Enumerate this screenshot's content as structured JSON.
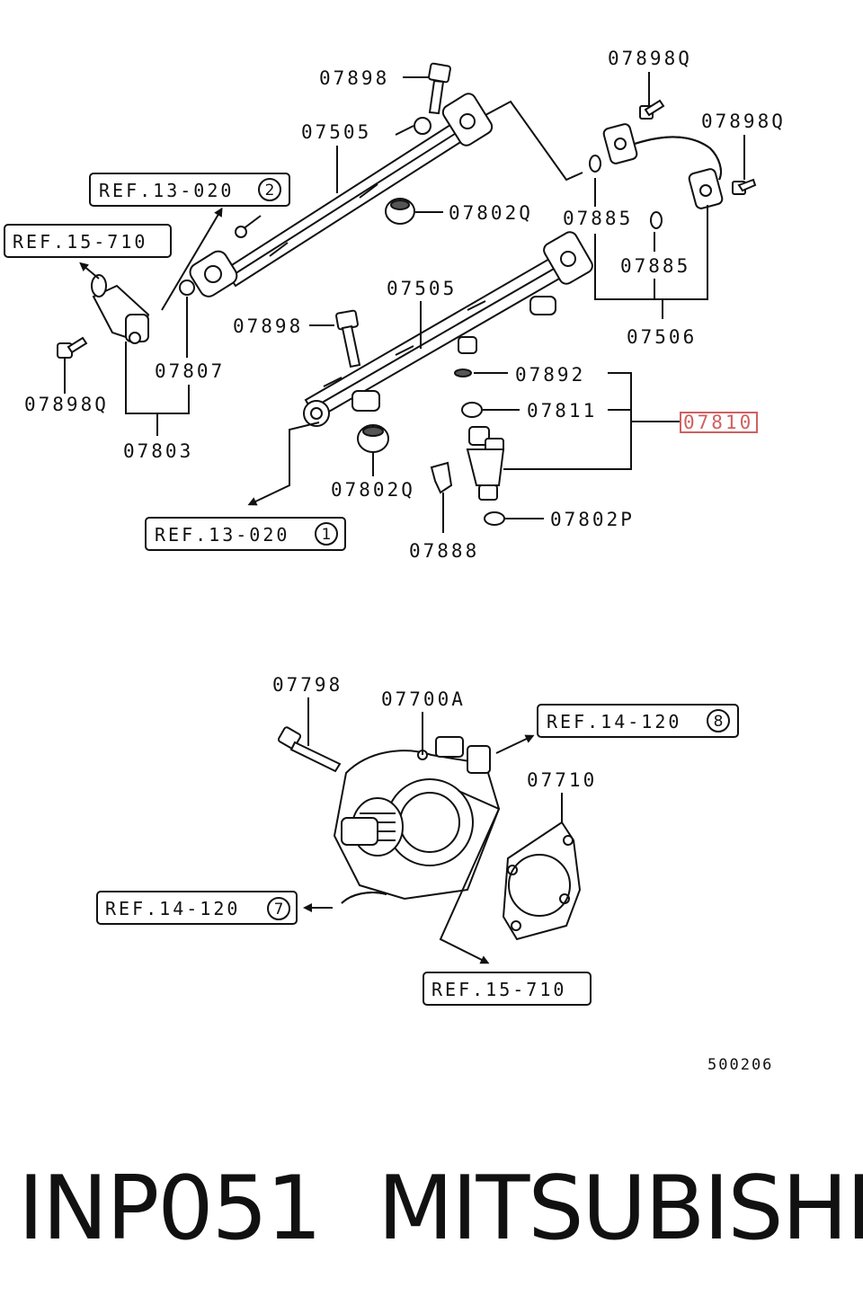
{
  "diagram": {
    "labels": {
      "l07898_top": "07898",
      "l07505_top": "07505",
      "l07898Q_tr1": "07898Q",
      "l07898Q_tr2": "07898Q",
      "l07802Q_top": "07802Q",
      "l07885_a": "07885",
      "l07885_b": "07885",
      "l07505_mid": "07505",
      "l07898_mid": "07898",
      "l07506": "07506",
      "l07807": "07807",
      "l07898Q_left": "07898Q",
      "l07803": "07803",
      "l07892": "07892",
      "l07811": "07811",
      "l07810": "07810",
      "l07802Q_mid": "07802Q",
      "l07802P": "07802P",
      "l07888": "07888",
      "l07798": "07798",
      "l07700A": "07700A",
      "l07710": "07710",
      "code": "500206"
    },
    "refs": {
      "r1": {
        "text": "REF.13-020",
        "num": "2"
      },
      "r2": {
        "text": "REF.15-710",
        "num": ""
      },
      "r3": {
        "text": "REF.13-020",
        "num": "1"
      },
      "r4": {
        "text": "REF.14-120",
        "num": "8"
      },
      "r5": {
        "text": "REF.14-120",
        "num": "7"
      },
      "r6": {
        "text": "REF.15-710",
        "num": ""
      }
    }
  },
  "caption": {
    "part_number": "INP051",
    "brand": "MITSUBISHI"
  },
  "colors": {
    "ink": "#111111",
    "highlight": "#d06060"
  }
}
